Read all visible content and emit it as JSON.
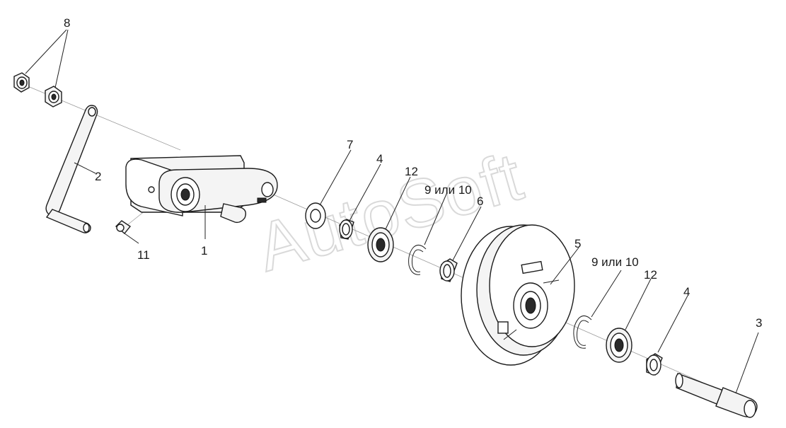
{
  "watermark": "AutoSoft",
  "labels": {
    "l1": "1",
    "l2": "2",
    "l3": "3",
    "l4a": "4",
    "l4b": "4",
    "l5": "5",
    "l6": "6",
    "l7": "7",
    "l8": "8",
    "l9a": "9 или 10",
    "l9b": "9 или 10",
    "l11": "11",
    "l12a": "12",
    "l12b": "12"
  }
}
